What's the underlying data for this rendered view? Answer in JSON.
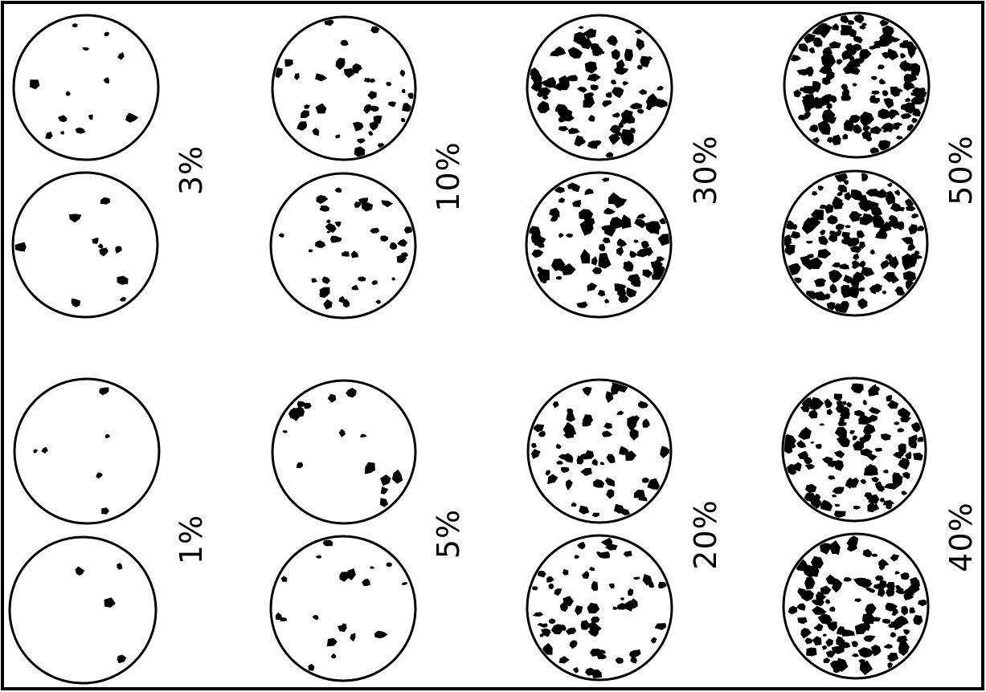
{
  "chart_labels": [
    "1%",
    "3%",
    "5%",
    "10%",
    "20%",
    "30%",
    "40%",
    "50%"
  ],
  "charts": [
    {
      "label": "1%",
      "percent": 1
    },
    {
      "label": "3%",
      "percent": 3
    },
    {
      "label": "5%",
      "percent": 5
    },
    {
      "label": "10%",
      "percent": 10
    },
    {
      "label": "20%",
      "percent": 20
    },
    {
      "label": "30%",
      "percent": 30
    },
    {
      "label": "40%",
      "percent": 40
    },
    {
      "label": "50%",
      "percent": 50
    }
  ],
  "colors": {
    "ink": "#000000",
    "paper": "#ffffff"
  }
}
